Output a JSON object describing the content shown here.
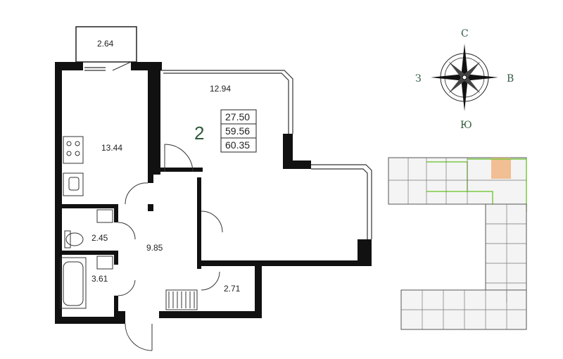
{
  "plan": {
    "rooms": [
      {
        "id": "balcony",
        "area": "2.64"
      },
      {
        "id": "living",
        "area": "12.94"
      },
      {
        "id": "kitchen",
        "area": "13.44"
      },
      {
        "id": "wc",
        "area": "2.45"
      },
      {
        "id": "hall",
        "area": "9.85"
      },
      {
        "id": "bath",
        "area": "3.61"
      },
      {
        "id": "storage",
        "area": "2.71"
      }
    ]
  },
  "summary": {
    "rooms_count": "2",
    "living_area": "27.50",
    "total_area": "59.56",
    "total_with_balcony": "60.35"
  },
  "compass": {
    "north": "С",
    "south": "Ю",
    "west": "З",
    "east": "В"
  },
  "colors": {
    "wall": "#111111",
    "accent": "#2f5a3c",
    "highlight": "#f0b27a",
    "section_outline": "#7ac943"
  }
}
